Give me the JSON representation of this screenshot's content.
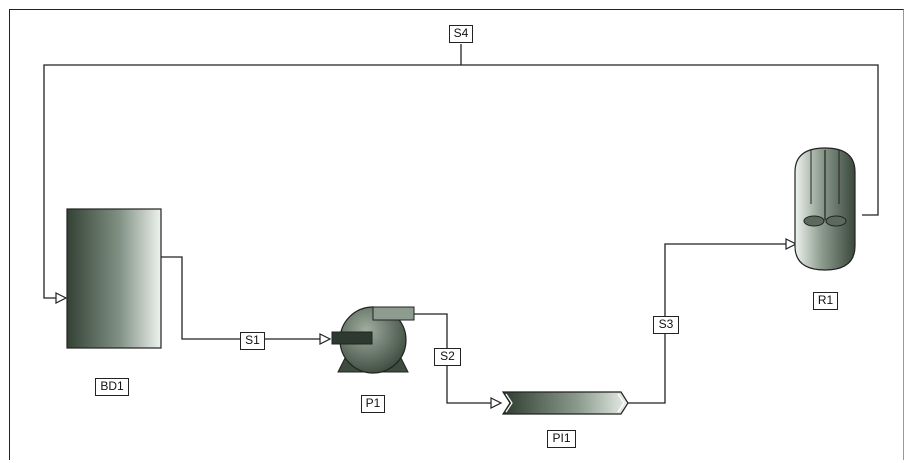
{
  "streams": {
    "s1": "S1",
    "s2": "S2",
    "s3": "S3",
    "s4": "S4"
  },
  "units": {
    "bd1": "BD1",
    "p1": "P1",
    "pi1": "PI1",
    "r1": "R1"
  },
  "colors": {
    "line": "#222222",
    "equipment_dark": "#3b4a3e",
    "equipment_light": "#e6ebe6"
  }
}
